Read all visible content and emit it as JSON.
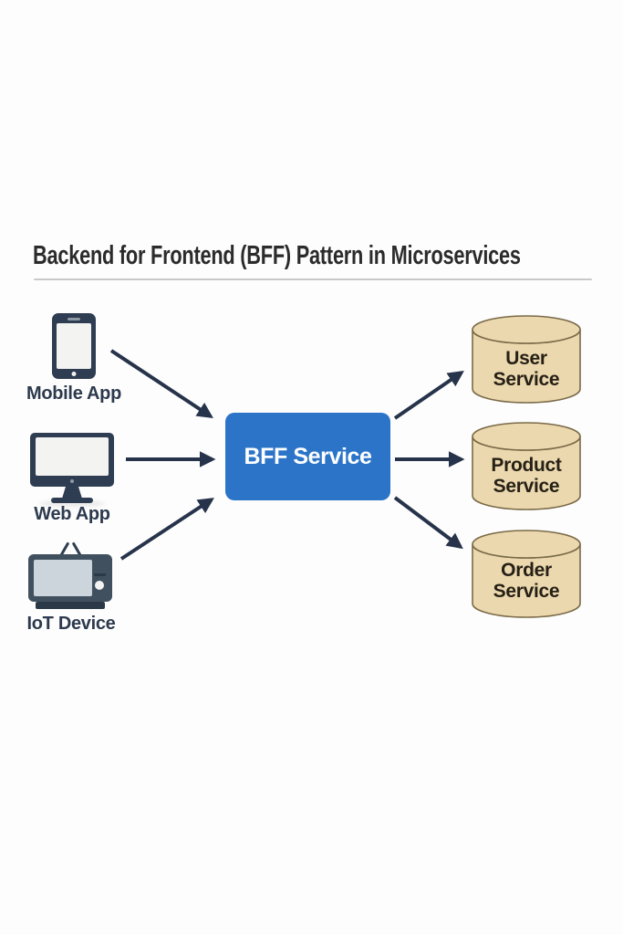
{
  "title": "Backend for Frontend (BFF) Pattern in Microservices",
  "clients": [
    {
      "label": "Mobile App",
      "icon": "smartphone-icon"
    },
    {
      "label": "Web App",
      "icon": "desktop-monitor-icon"
    },
    {
      "label": "IoT Device",
      "icon": "tv-icon"
    }
  ],
  "bff": {
    "label": "BFF Service"
  },
  "services": [
    {
      "line1": "User",
      "line2": "Service"
    },
    {
      "line1": "Product",
      "line2": "Service"
    },
    {
      "line1": "Order",
      "line2": "Service"
    }
  ],
  "arrows": [
    "mobile-app-to-bff",
    "web-app-to-bff",
    "iot-device-to-bff",
    "bff-to-user-service",
    "bff-to-product-service",
    "bff-to-order-service"
  ],
  "colors": {
    "background": "#fdfdfd",
    "title-ink": "#2b2b2b",
    "rule": "#c9c9c9",
    "navy": "#2e3d52",
    "label-ink": "#2d3a4e",
    "arrow": "#26334a",
    "bff-blue": "#2b74c8",
    "bff-text": "#ffffff",
    "db-fill": "#ebd8ae",
    "db-stroke": "#7a6a48",
    "db-ink": "#262016"
  }
}
